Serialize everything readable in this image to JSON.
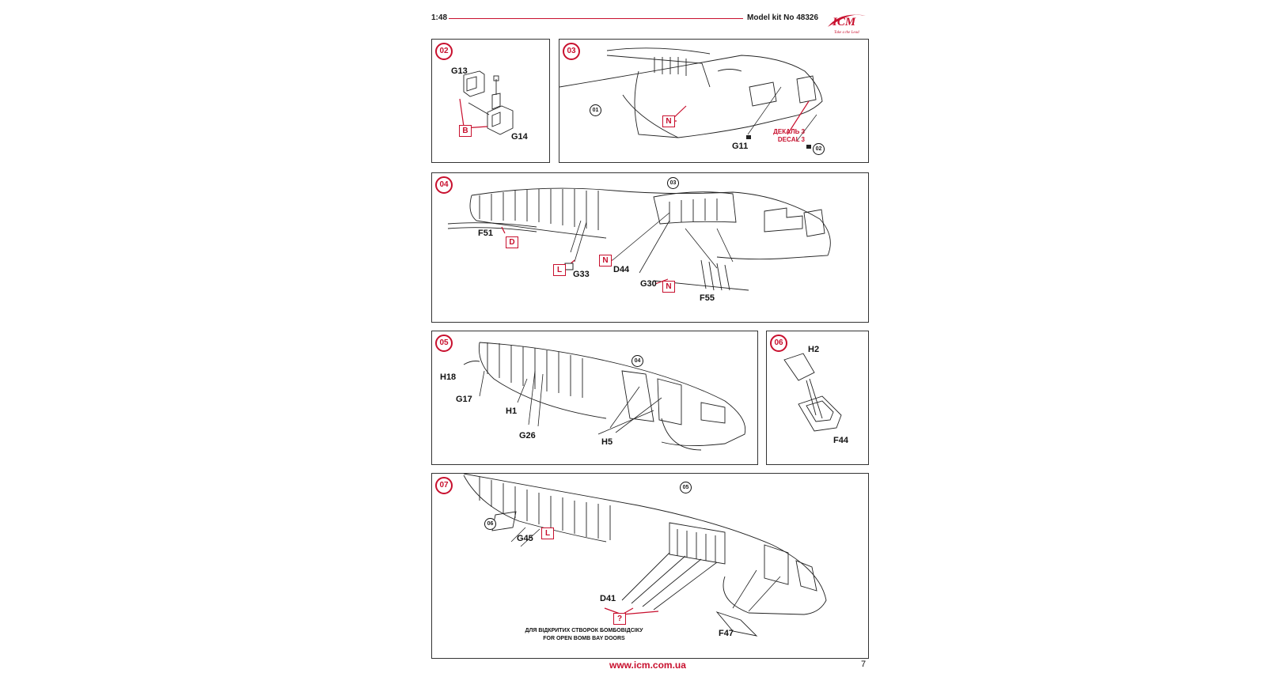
{
  "header": {
    "scale": "1:48",
    "model": "Model kit No 48326",
    "logo_text": "ICM",
    "logo_tagline": "Take a the Lead"
  },
  "steps": {
    "s02": {
      "num": "02",
      "parts": {
        "g13": "G13",
        "g14": "G14"
      },
      "boxes": {
        "b": "B"
      }
    },
    "s03": {
      "num": "03",
      "parts": {
        "g11": "G11"
      },
      "boxes": {
        "n": "N"
      },
      "refs": {
        "r01": "01",
        "r02": "02"
      },
      "decal": {
        "ua": "ДЕКАЛЬ 3",
        "en": "DECAL 3"
      }
    },
    "s04": {
      "num": "04",
      "parts": {
        "f51": "F51",
        "g33": "G33",
        "d44": "D44",
        "g30": "G30",
        "f55": "F55"
      },
      "boxes": {
        "d": "D",
        "l": "L",
        "n1": "N",
        "n2": "N"
      },
      "refs": {
        "r03": "03"
      }
    },
    "s05": {
      "num": "05",
      "parts": {
        "h18": "H18",
        "g17": "G17",
        "h1": "H1",
        "g26": "G26",
        "h5": "H5"
      },
      "refs": {
        "r04": "04"
      }
    },
    "s06": {
      "num": "06",
      "parts": {
        "h2": "H2",
        "f44": "F44"
      }
    },
    "s07": {
      "num": "07",
      "parts": {
        "g45": "G45",
        "d41": "D41",
        "f47": "F47"
      },
      "boxes": {
        "l": "L",
        "q": "?"
      },
      "refs": {
        "r05": "05",
        "r06": "06"
      },
      "note": {
        "ua": "ДЛЯ ВІДКРИТИХ СТВОРОК БОМБОВІДСІКУ",
        "en": "FOR OPEN BOMB BAY DOORS"
      }
    }
  },
  "footer": {
    "url": "www.icm.com.ua",
    "page": "7"
  },
  "colors": {
    "accent": "#c8102e",
    "line": "#333333"
  }
}
